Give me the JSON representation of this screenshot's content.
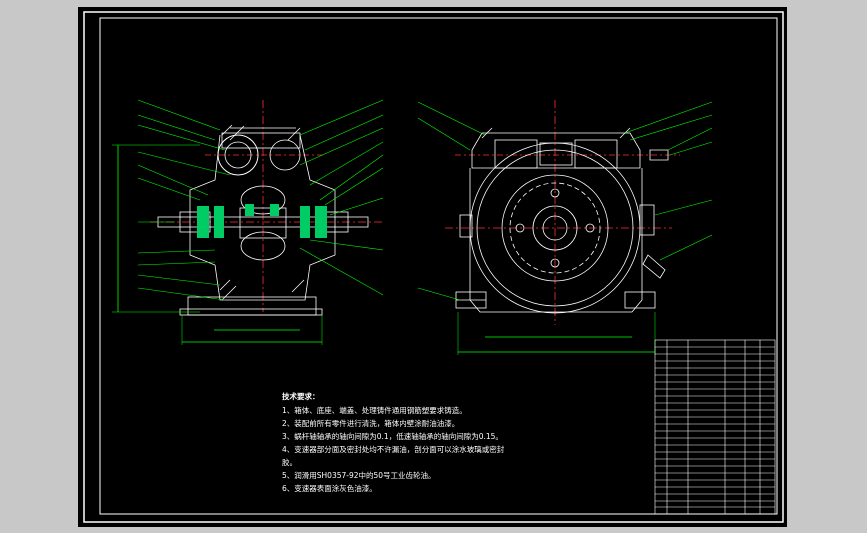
{
  "technical_requirements": {
    "title": "技术要求：",
    "items": [
      "1、箱体、底座、端盖、处理铸件通用钢筋塑要求铸造。",
      "2、装配前所有零件进行清洗，箱体内壁涂耐油油漆。",
      "3、蜗杆轴轴承的轴向间隙为0.1，低速轴轴承的轴向间隙为0.15。",
      "4、变速器部分面及密封处均不许漏油，剖分面可以涂水玻璃或密封",
      "胶。",
      "5、润滑用SH0357-92中的50号工业齿轮油。",
      "6、变速器表面涂灰色油漆。"
    ]
  },
  "colors": {
    "outer_background": "#c8c8c8",
    "sheet_background": "#000000",
    "frame": "#ffffff",
    "leader_lines": "#00ff00",
    "centerlines": "#ff3030",
    "gear_highlight": "#00cc66",
    "annotation_text": "#ffff66"
  }
}
